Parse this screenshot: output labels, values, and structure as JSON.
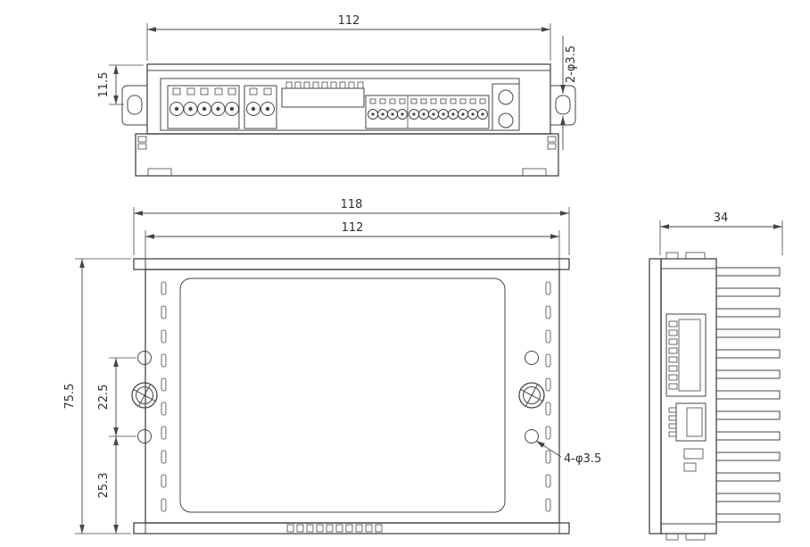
{
  "top_view": {
    "width": "112",
    "flange_height": "11.5",
    "slot_holes": "2-φ3.5"
  },
  "front_view": {
    "outer_width": "118",
    "body_width": "112",
    "height": "75.5",
    "hole_spacing": "22.5",
    "hole_bottom_offset": "25.3",
    "mount_holes": "4-φ3.5"
  },
  "side_view": {
    "depth": "34"
  },
  "colors": {
    "line": "#40464b",
    "text": "#26323a",
    "background": "#ffffff"
  }
}
